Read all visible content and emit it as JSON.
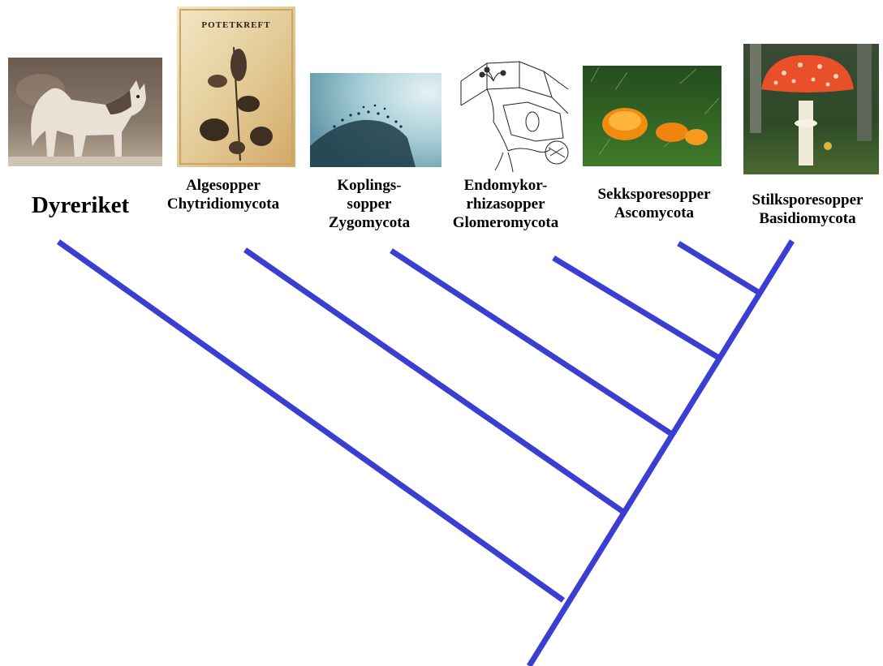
{
  "colors": {
    "branch": "#3a3fd1",
    "background": "#ffffff"
  },
  "taxa": [
    {
      "id": "animals",
      "lines": [
        "Dyreriket"
      ],
      "icon": "husky-dog-photo"
    },
    {
      "id": "chytrids",
      "lines": [
        "Algesopper",
        "Chytridiomycota"
      ],
      "icon": "potato-wart-poster",
      "poster_text": "POTETKREFT"
    },
    {
      "id": "zygomycetes",
      "lines": [
        "Koplings-",
        "sopper",
        "Zygomycota"
      ],
      "icon": "mold-sporangia-photo"
    },
    {
      "id": "glomeromycetes",
      "lines": [
        "Endomykor-",
        "rhizasopper",
        "Glomeromycota"
      ],
      "icon": "mycorrhiza-drawing"
    },
    {
      "id": "ascomycetes",
      "lines": [
        "Sekksporesopper",
        "Ascomycota"
      ],
      "icon": "orange-peel-fungus-photo"
    },
    {
      "id": "basidiomycetes",
      "lines": [
        "Stilksporesopper",
        "Basidiomycota"
      ],
      "icon": "fly-agaric-photo"
    }
  ]
}
